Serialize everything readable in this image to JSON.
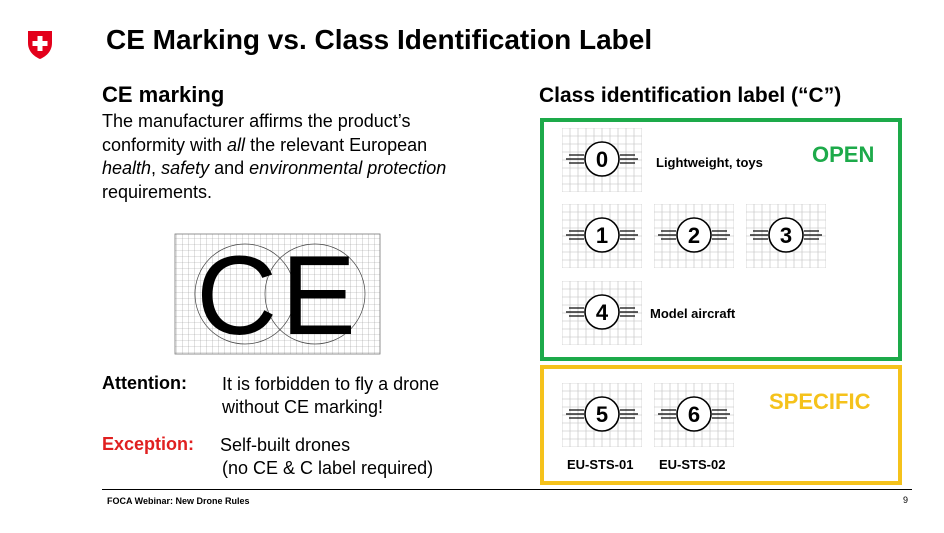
{
  "header": {
    "title": "CE Marking vs. Class Identification Label"
  },
  "ce": {
    "heading": "CE marking",
    "text_parts": [
      "The manufacturer affirms the product’s conformity with ",
      "all",
      " the relevant European ",
      "health",
      ", ",
      "safety",
      " and ",
      "environmental protection",
      " requirements."
    ],
    "logo_letters": "CE"
  },
  "attention": {
    "label": "Attention:",
    "text": "It is forbidden to fly a drone without CE marking!"
  },
  "exception": {
    "label": "Exception:",
    "line1": "Self-built drones",
    "line2": "(no CE & C label required)"
  },
  "classes": {
    "heading": "Class identification label (“C”)",
    "open_label": "OPEN",
    "specific_label": "SPECIFIC",
    "c0_label": "Lightweight, toys",
    "c4_label": "Model aircraft",
    "c5_label": "EU-STS-01",
    "c6_label": "EU-STS-02",
    "icons": [
      "0",
      "1",
      "2",
      "3",
      "4",
      "5",
      "6"
    ]
  },
  "colors": {
    "open": "#1daa4a",
    "specific": "#f5c21b",
    "exception": "#e02020",
    "logo_red": "#e3001b"
  },
  "footer": {
    "text": "FOCA Webinar: New Drone Rules",
    "page": "9"
  }
}
